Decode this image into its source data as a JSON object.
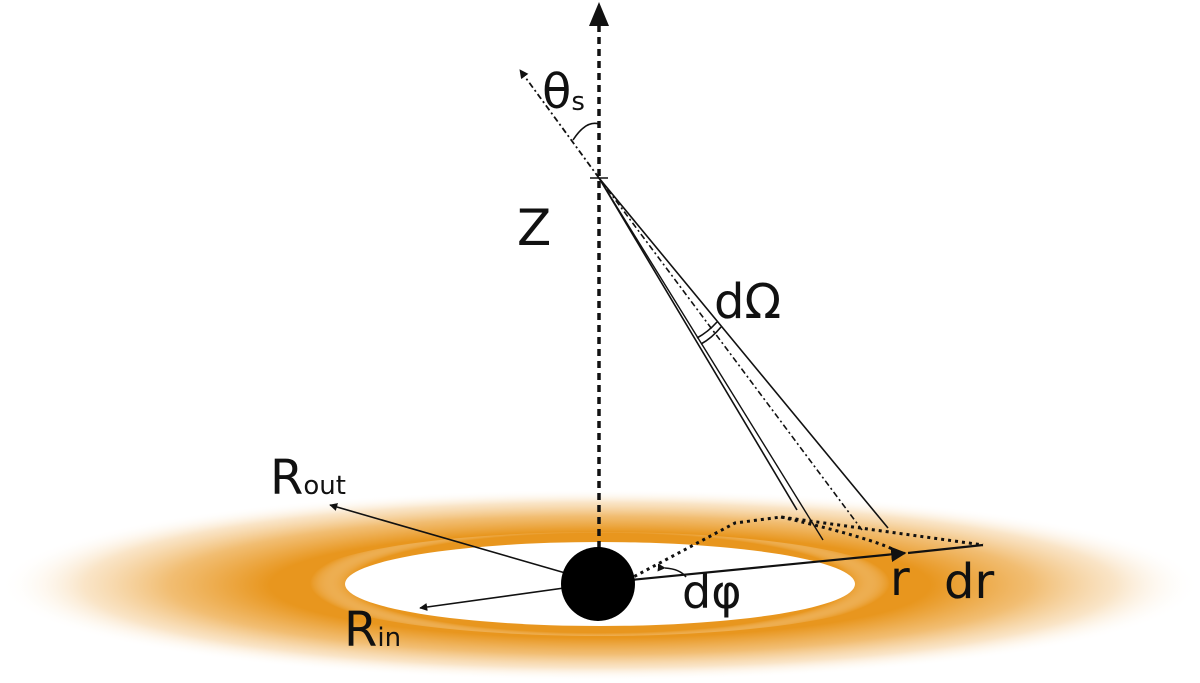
{
  "labels": {
    "theta": "θ",
    "theta_sub": "s",
    "height": "Z",
    "solid_angle": "dΩ",
    "r_out": "R",
    "r_out_sub": "out",
    "r_in": "R",
    "r_in_sub": "in",
    "phi": "dφ",
    "radius": "r",
    "dr": "dr"
  },
  "colors": {
    "disk": "#e8961e",
    "ink": "#111111",
    "hole": "#ffffff",
    "black_hole": "#000000"
  }
}
